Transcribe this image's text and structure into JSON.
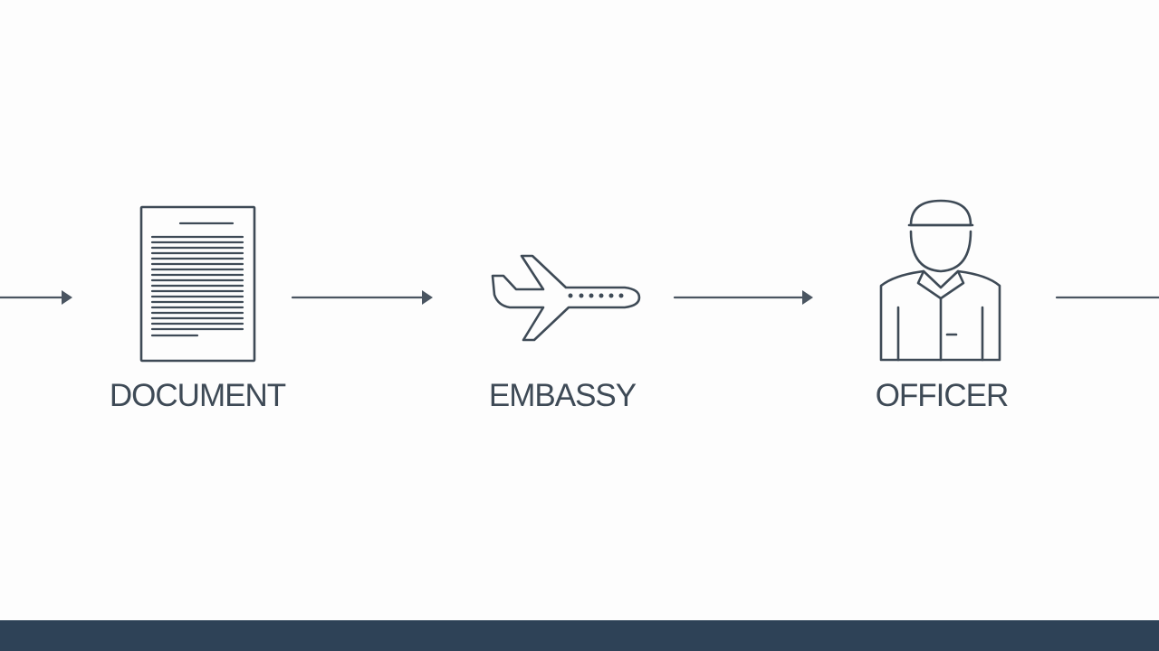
{
  "steps": [
    {
      "label": "DOCUMENT",
      "icon": "document-icon"
    },
    {
      "label": "EMBASSY",
      "icon": "airplane-icon"
    },
    {
      "label": "OFFICER",
      "icon": "officer-icon"
    }
  ],
  "colors": {
    "background": "#fdfdfd",
    "stroke": "#3e4a56",
    "arrow": "#4a5561",
    "footer": "#2e4257"
  }
}
